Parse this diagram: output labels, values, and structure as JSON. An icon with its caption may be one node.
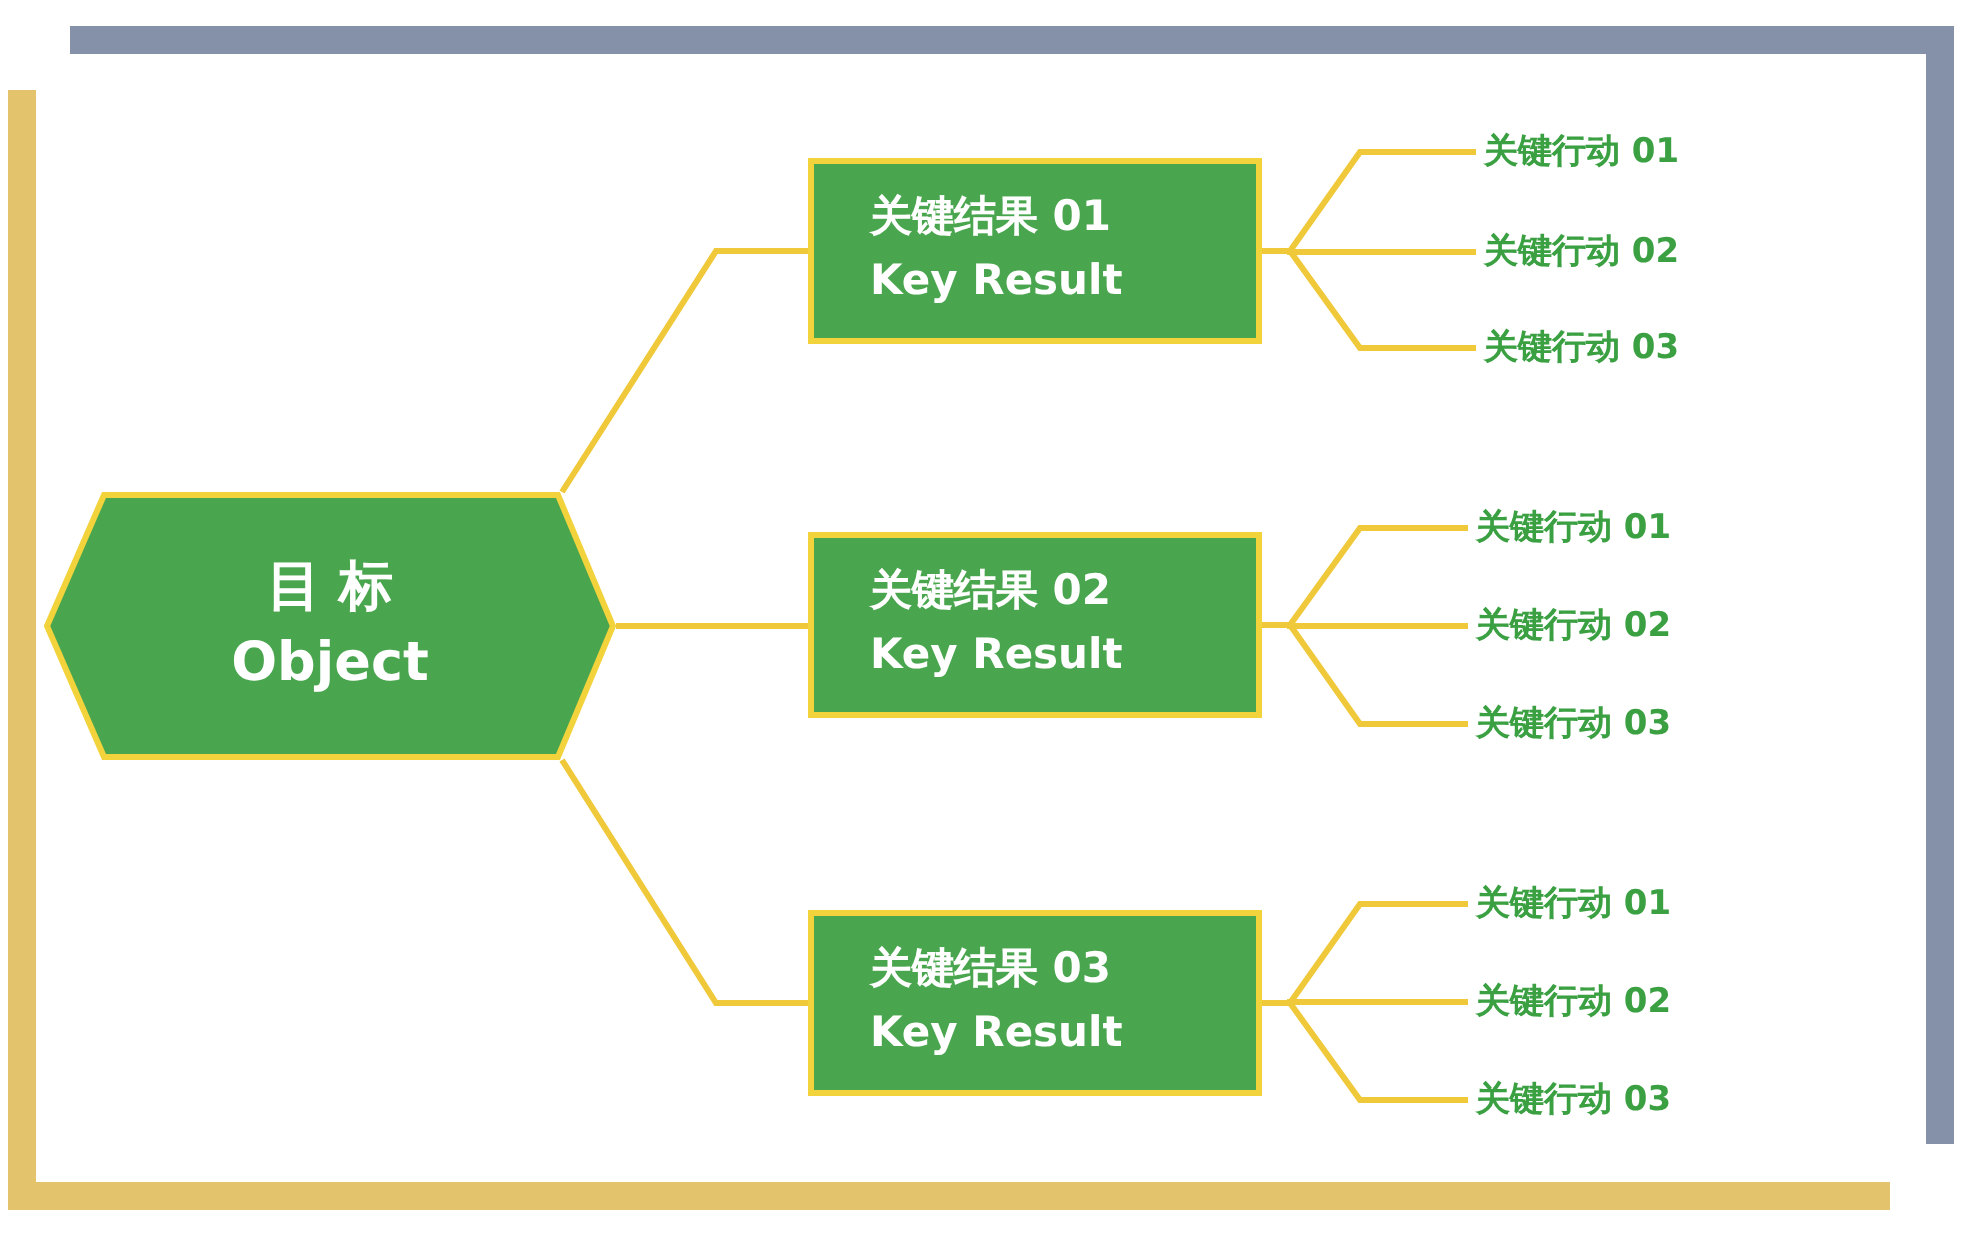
{
  "diagram": {
    "nodes": [
      {
        "text": [
          "目 标",
          "Object"
        ]
      },
      {
        "text": [
          "关键结果 01",
          "Key Result"
        ]
      },
      {
        "text": [
          "关键结果 02",
          "Key Result"
        ]
      },
      {
        "text": [
          "关键结果 03",
          "Key Result"
        ]
      },
      {
        "text": [
          "关键行动 01"
        ]
      },
      {
        "text": [
          "关键行动 02"
        ]
      },
      {
        "text": [
          "关键行动 03"
        ]
      },
      {
        "text": [
          "关键行动 01"
        ]
      },
      {
        "text": [
          "关键行动 02"
        ]
      },
      {
        "text": [
          "关键行动 03"
        ]
      },
      {
        "text": [
          "关键行动 01"
        ]
      },
      {
        "text": [
          "关键行动 02"
        ]
      },
      {
        "text": [
          "关键行动 03"
        ]
      }
    ],
    "edges": [
      {
        "from": 0,
        "to": 1,
        "arrow": "none"
      },
      {
        "from": 0,
        "to": 2,
        "arrow": "none"
      },
      {
        "from": 0,
        "to": 3,
        "arrow": "none"
      },
      {
        "from": 1,
        "to": 4,
        "arrow": "none"
      },
      {
        "from": 1,
        "to": 5,
        "arrow": "none"
      },
      {
        "from": 1,
        "to": 6,
        "arrow": "none"
      },
      {
        "from": 2,
        "to": 7,
        "arrow": "none"
      },
      {
        "from": 2,
        "to": 8,
        "arrow": "none"
      },
      {
        "from": 2,
        "to": 9,
        "arrow": "none"
      },
      {
        "from": 3,
        "to": 10,
        "arrow": "none"
      },
      {
        "from": 3,
        "to": 11,
        "arrow": "none"
      },
      {
        "from": 3,
        "to": 12,
        "arrow": "none"
      }
    ]
  }
}
